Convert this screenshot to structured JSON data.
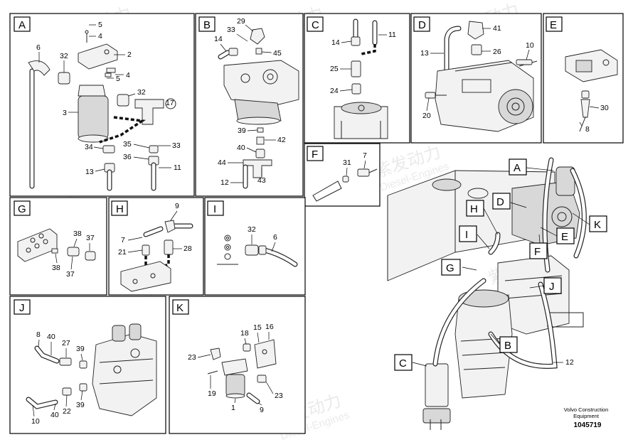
{
  "panel_labels": {
    "A": "A",
    "B": "B",
    "C": "C",
    "D": "D",
    "E": "E",
    "F": "F",
    "G": "G",
    "H": "H",
    "I": "I",
    "J": "J",
    "K": "K"
  },
  "callouts": {
    "A": [
      "5",
      "4",
      "6",
      "32",
      "2",
      "5",
      "4",
      "3",
      "32",
      "17",
      "34",
      "35",
      "33",
      "36",
      "11",
      "13"
    ],
    "B": [
      "29",
      "33",
      "14",
      "45",
      "39",
      "42",
      "40",
      "44",
      "12",
      "43"
    ],
    "C": [
      "14",
      "11",
      "25",
      "24"
    ],
    "D": [
      "41",
      "13",
      "26",
      "10",
      "20"
    ],
    "E": [
      "30",
      "8"
    ],
    "F": [
      "31",
      "7"
    ],
    "G": [
      "38",
      "37",
      "38",
      "37"
    ],
    "H": [
      "9",
      "7",
      "21",
      "28"
    ],
    "I": [
      "32",
      "6"
    ],
    "J": [
      "8",
      "40",
      "27",
      "39",
      "40",
      "22",
      "39",
      "10"
    ],
    "K": [
      "18",
      "15",
      "16",
      "23",
      "19",
      "23",
      "1",
      "9"
    ],
    "overview": [
      "12"
    ]
  },
  "overview_tags": [
    "A",
    "D",
    "H",
    "K",
    "E",
    "I",
    "F",
    "G",
    "J",
    "B",
    "C"
  ],
  "footer": {
    "brand_line1": "Volvo Construction",
    "brand_line2": "Equipment",
    "drawing_number": "1045719"
  },
  "watermark": {
    "cn": "紫发动力",
    "en": "Diesel-Engines"
  }
}
